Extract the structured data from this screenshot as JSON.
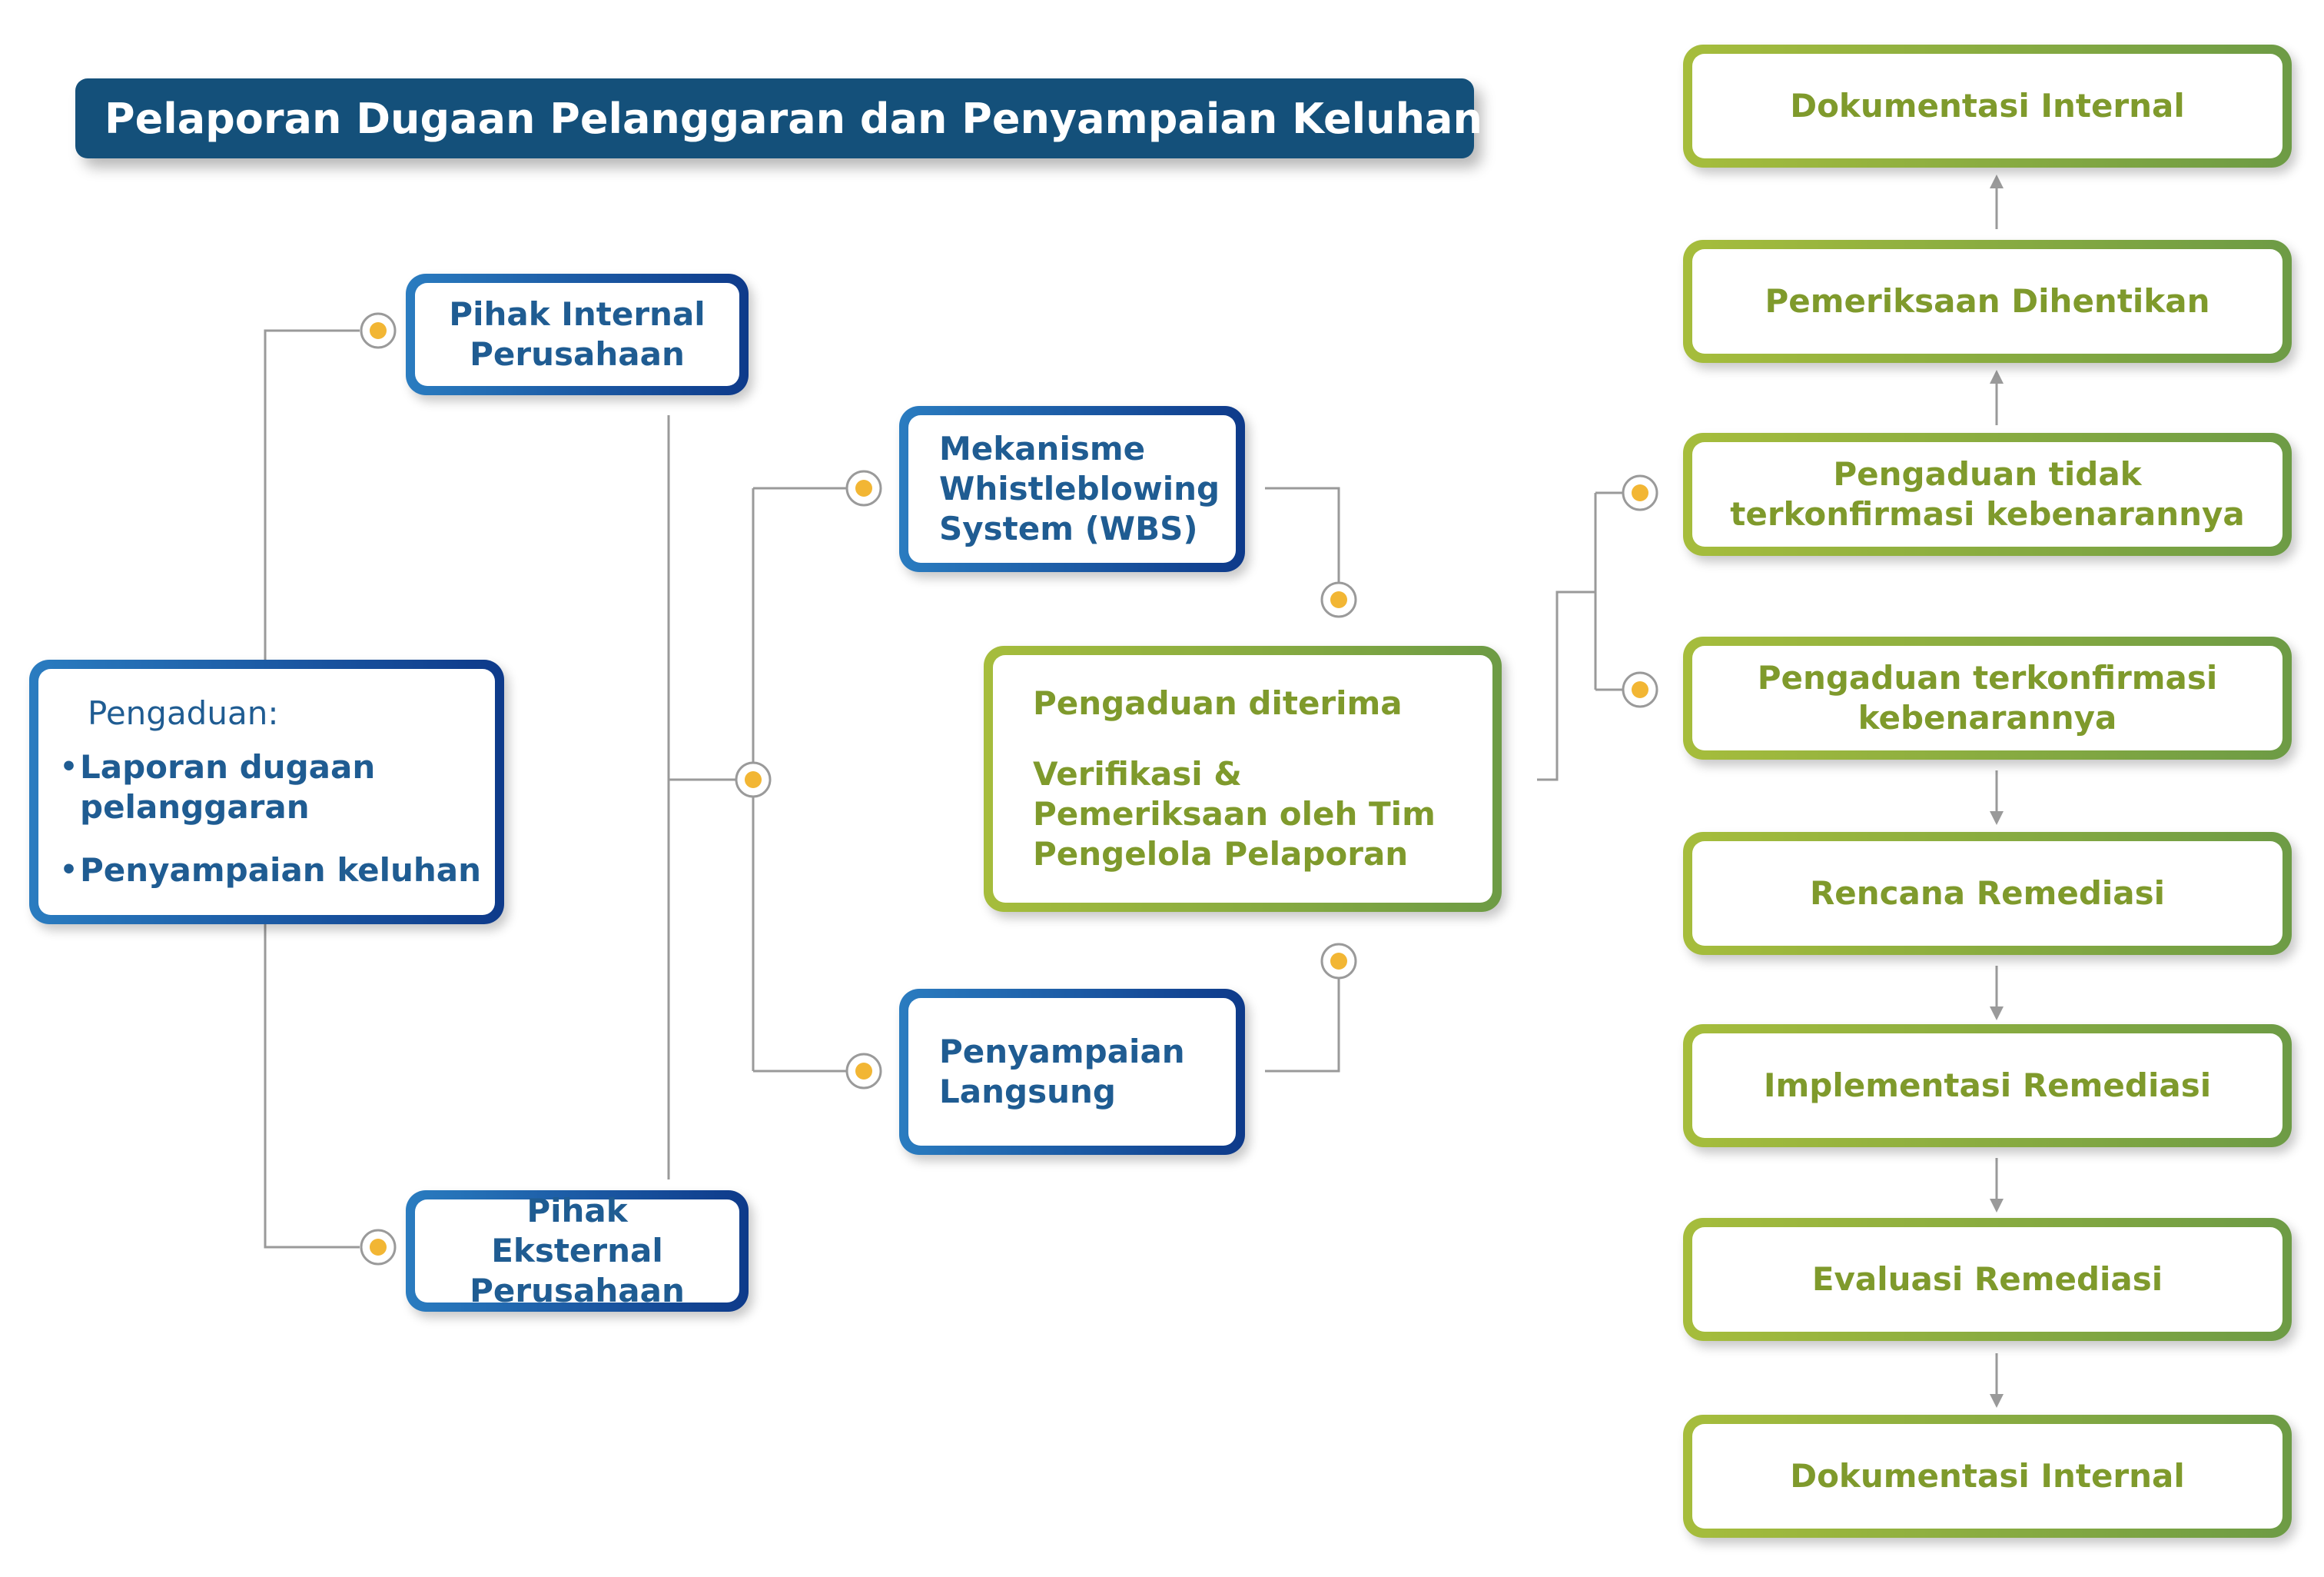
{
  "title": "Pelaporan Dugaan Pelanggaran dan Penyampaian Keluhan",
  "pengaduan": {
    "heading": "Pengaduan:",
    "items": [
      "Laporan dugaan pelanggaran",
      "Penyampaian keluhan"
    ]
  },
  "pihak_internal": "Pihak Internal Perusahaan",
  "pihak_eksternal": "Pihak Eksternal Perusahaan",
  "wbs": "Mekanisme Whistleblowing System (WBS)",
  "penyampaian_langsung": "Penyampaian Langsung",
  "diterima": {
    "heading": "Pengaduan diterima",
    "item": "Verifikasi & Pemeriksaan oleh Tim Pengelola Pelaporan"
  },
  "right_column": {
    "dokumentasi_top": "Dokumentasi Internal",
    "pemeriksaan_dihentikan": "Pemeriksaan Dihentikan",
    "tidak_terkonfirmasi": "Pengaduan tidak terkonfirmasi kebenarannya",
    "terkonfirmasi": "Pengaduan terkonfirmasi kebenarannya",
    "rencana": "Rencana Remediasi",
    "implementasi": "Implementasi Remediasi",
    "evaluasi": "Evaluasi Remediasi",
    "dokumentasi_bottom": "Dokumentasi Internal"
  },
  "colors": {
    "navy_banner": "#14507a",
    "blue_text": "#1f5c92",
    "green_text": "#7f9a2c",
    "connector": "#9a9a9a",
    "node_dot": "#f2b634"
  }
}
